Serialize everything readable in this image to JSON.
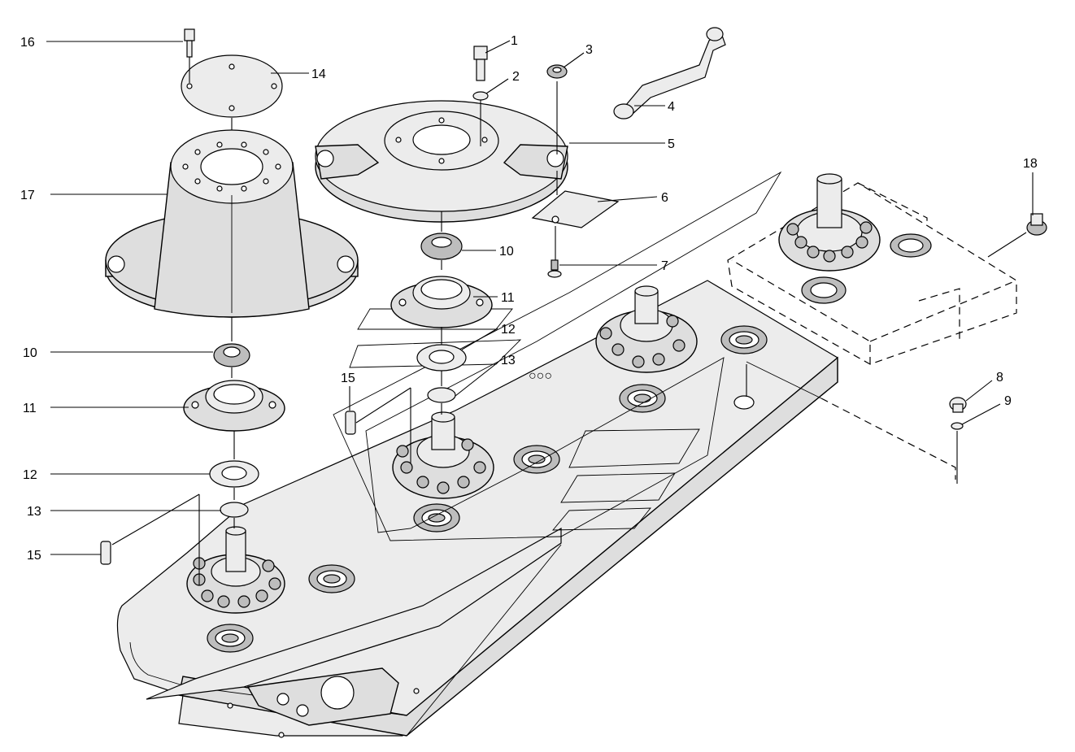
{
  "diagram": {
    "callouts": [
      {
        "id": "c16a",
        "text": "16"
      },
      {
        "id": "c14a",
        "text": "14"
      },
      {
        "id": "c17a",
        "text": "17"
      },
      {
        "id": "c10a",
        "text": "10"
      },
      {
        "id": "c11a",
        "text": "11"
      },
      {
        "id": "c12a",
        "text": "12"
      },
      {
        "id": "c13a",
        "text": "13"
      },
      {
        "id": "c15a",
        "text": "15"
      },
      {
        "id": "c1",
        "text": "1"
      },
      {
        "id": "c2",
        "text": "2"
      },
      {
        "id": "c3",
        "text": "3"
      },
      {
        "id": "c4",
        "text": "4"
      },
      {
        "id": "c5",
        "text": "5"
      },
      {
        "id": "c6",
        "text": "6"
      },
      {
        "id": "c7",
        "text": "7"
      },
      {
        "id": "c10b",
        "text": "10"
      },
      {
        "id": "c11b",
        "text": "11"
      },
      {
        "id": "c12b",
        "text": "12"
      },
      {
        "id": "c13b",
        "text": "13"
      },
      {
        "id": "c15b",
        "text": "15"
      },
      {
        "id": "c8",
        "text": "8"
      },
      {
        "id": "c9",
        "text": "9"
      },
      {
        "id": "c18",
        "text": "18"
      }
    ]
  }
}
